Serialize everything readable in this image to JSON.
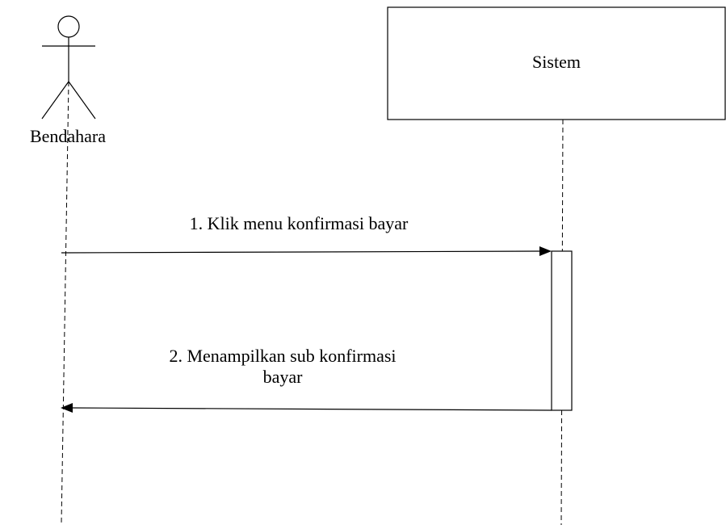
{
  "actor": {
    "name": "Bendahara"
  },
  "system": {
    "name": "Sistem"
  },
  "messages": [
    {
      "line1": "1. Klik menu konfirmasi bayar",
      "line2": "",
      "direction": "actor-to-system"
    },
    {
      "line1": "2. Menampilkan sub konfirmasi",
      "line2": "bayar",
      "direction": "system-to-actor"
    }
  ],
  "colors": {
    "stroke": "#000000",
    "background": "#ffffff"
  }
}
